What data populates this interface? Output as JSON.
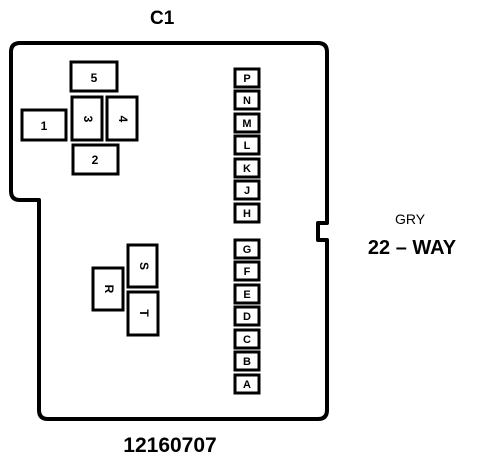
{
  "connector": {
    "name": "C1",
    "color": "GRY",
    "cavities": "22 – WAY",
    "part_number": "12160707"
  },
  "upper_cavities": [
    "1",
    "2",
    "3",
    "4",
    "5"
  ],
  "lower_cavities": [
    "R",
    "S",
    "T"
  ],
  "pin_column_top": [
    "P",
    "N",
    "M",
    "L",
    "K",
    "J",
    "H"
  ],
  "pin_column_bottom": [
    "G",
    "F",
    "E",
    "D",
    "C",
    "B",
    "A"
  ]
}
